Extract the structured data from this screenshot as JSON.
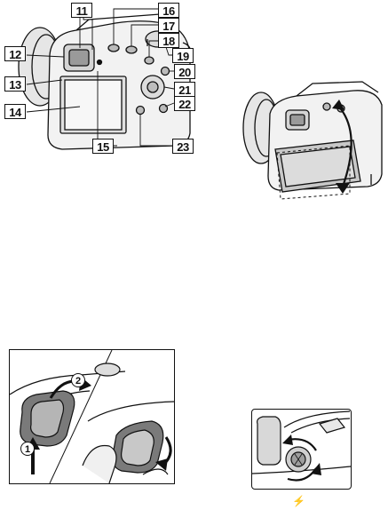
{
  "callouts": {
    "c11": "11",
    "c12": "12",
    "c13": "13",
    "c14": "14",
    "c15": "15",
    "c16": "16",
    "c17": "17",
    "c18": "18",
    "c19": "19",
    "c20": "20",
    "c21": "21",
    "c22": "22",
    "c23": "23"
  },
  "eyecup_steps": {
    "step1": "1",
    "step2": "2"
  },
  "flash_symbol": "⚡",
  "colors": {
    "ink": "#111111",
    "paper": "#ffffff",
    "shade": "#c8c8c8",
    "dark_shade": "#7a7a7a"
  }
}
